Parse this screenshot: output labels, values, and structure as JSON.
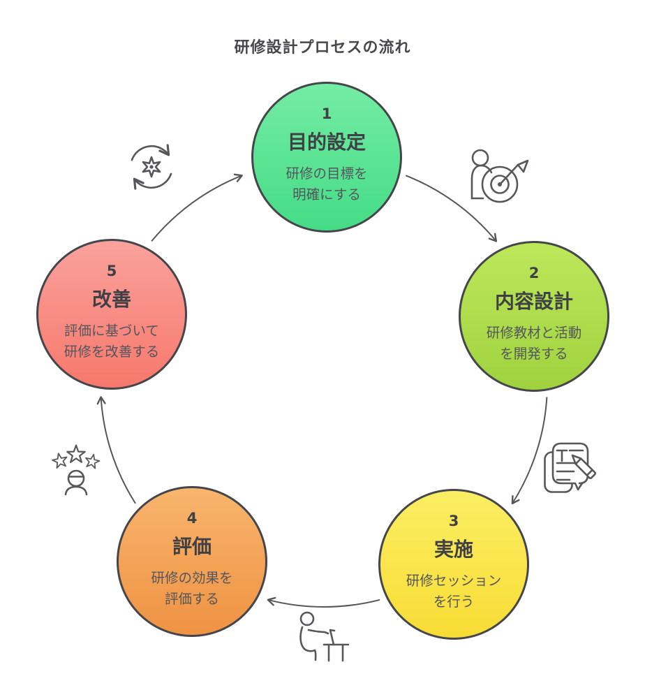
{
  "title": "研修設計プロセスの流れ",
  "steps": [
    {
      "number": "1",
      "label": "目的設定",
      "desc1": "研修の目標を",
      "desc2": "明確にする",
      "colors": {
        "top": "#74ECA4",
        "bottom": "#45DC86"
      }
    },
    {
      "number": "2",
      "label": "内容設計",
      "desc1": "研修教材と活動",
      "desc2": "を開発する",
      "colors": {
        "top": "#BDE75B",
        "bottom": "#9FD23E"
      }
    },
    {
      "number": "3",
      "label": "実施",
      "desc1": "研修セッション",
      "desc2": "を行う",
      "colors": {
        "top": "#FBEE63",
        "bottom": "#F8DC35"
      }
    },
    {
      "number": "4",
      "label": "評価",
      "desc1": "研修の効果を",
      "desc2": "評価する",
      "colors": {
        "top": "#F8B56D",
        "bottom": "#EF9243"
      }
    },
    {
      "number": "5",
      "label": "改善",
      "desc1": "評価に基づいて",
      "desc2": "研修を改善する",
      "colors": {
        "top": "#F9A29C",
        "bottom": "#F7786C"
      }
    }
  ],
  "flow": [
    {
      "from": "1",
      "to": "2",
      "icon": "person-target-goal-icon"
    },
    {
      "from": "2",
      "to": "3",
      "icon": "document-pencil-edit-icon"
    },
    {
      "from": "3",
      "to": "4",
      "icon": "person-at-desk-icon"
    },
    {
      "from": "4",
      "to": "5",
      "icon": "person-stars-rating-icon"
    },
    {
      "from": "5",
      "to": "1",
      "icon": "gear-refresh-improve-icon"
    }
  ],
  "theme": {
    "background": "#FFFFFF",
    "stroke": "#54565A",
    "circle_border": "#45464B",
    "title_color": "#47484D",
    "label_color": "#3E4045",
    "desc_color": "#53565C"
  }
}
